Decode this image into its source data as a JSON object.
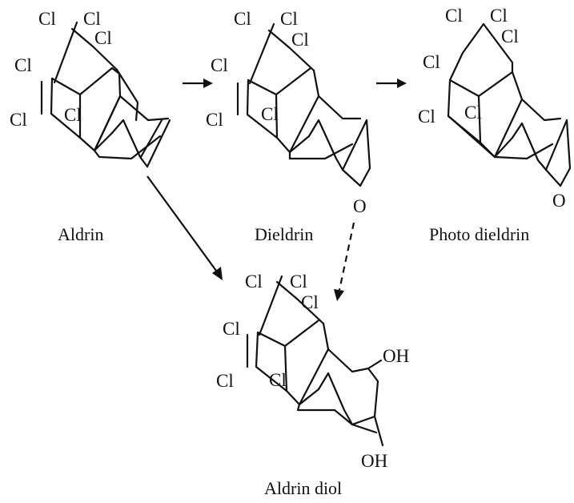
{
  "diagram": {
    "compounds": [
      {
        "id": "aldrin",
        "name": "Aldrin",
        "atoms": [
          "Cl",
          "Cl",
          "Cl",
          "Cl",
          "Cl",
          "Cl"
        ]
      },
      {
        "id": "dieldrin",
        "name": "Dieldrin",
        "atoms": [
          "Cl",
          "Cl",
          "Cl",
          "Cl",
          "Cl",
          "Cl",
          "O"
        ]
      },
      {
        "id": "photodieldrin",
        "name": "Photo dieldrin",
        "atoms": [
          "Cl",
          "Cl",
          "Cl",
          "Cl",
          "Cl",
          "Cl",
          "O"
        ]
      },
      {
        "id": "aldrindiol",
        "name": "Aldrin diol",
        "atoms": [
          "Cl",
          "Cl",
          "Cl",
          "Cl",
          "Cl",
          "Cl",
          "OH",
          "OH"
        ]
      }
    ],
    "arrows": [
      {
        "from": "aldrin",
        "to": "dieldrin",
        "style": "solid"
      },
      {
        "from": "dieldrin",
        "to": "photodieldrin",
        "style": "solid"
      },
      {
        "from": "aldrin",
        "to": "aldrindiol",
        "style": "solid"
      },
      {
        "from": "dieldrin",
        "to": "aldrindiol",
        "style": "dashed"
      }
    ]
  }
}
